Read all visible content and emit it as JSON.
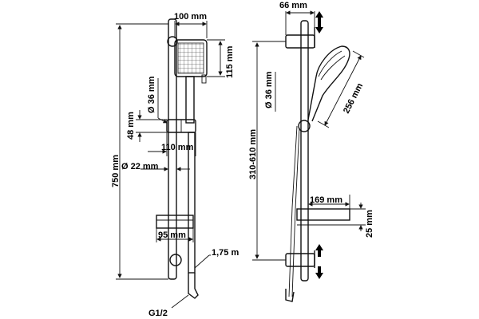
{
  "front_view": {
    "dim_head_width": "100 mm",
    "dim_head_height": "115 mm",
    "dim_holder_diameter": "Ø 36 mm",
    "dim_holder_height": "48 mm",
    "dim_holder_projection": "110 mm",
    "dim_rail_diameter": "Ø 22 mm",
    "dim_total_height": "750 mm",
    "dim_shelf_width": "95 mm",
    "dim_hose_length": "1,75 m",
    "dim_thread": "G1/2"
  },
  "side_view": {
    "dim_top_offset": "66 mm",
    "dim_holder_diameter": "Ø 36 mm",
    "dim_adjust_range": "310-610 mm",
    "dim_head_diameter": "256 mm",
    "dim_shelf_depth": "169 mm",
    "dim_shelf_height": "25 mm"
  },
  "colors": {
    "line": "#111111",
    "arrow": "#000000"
  }
}
